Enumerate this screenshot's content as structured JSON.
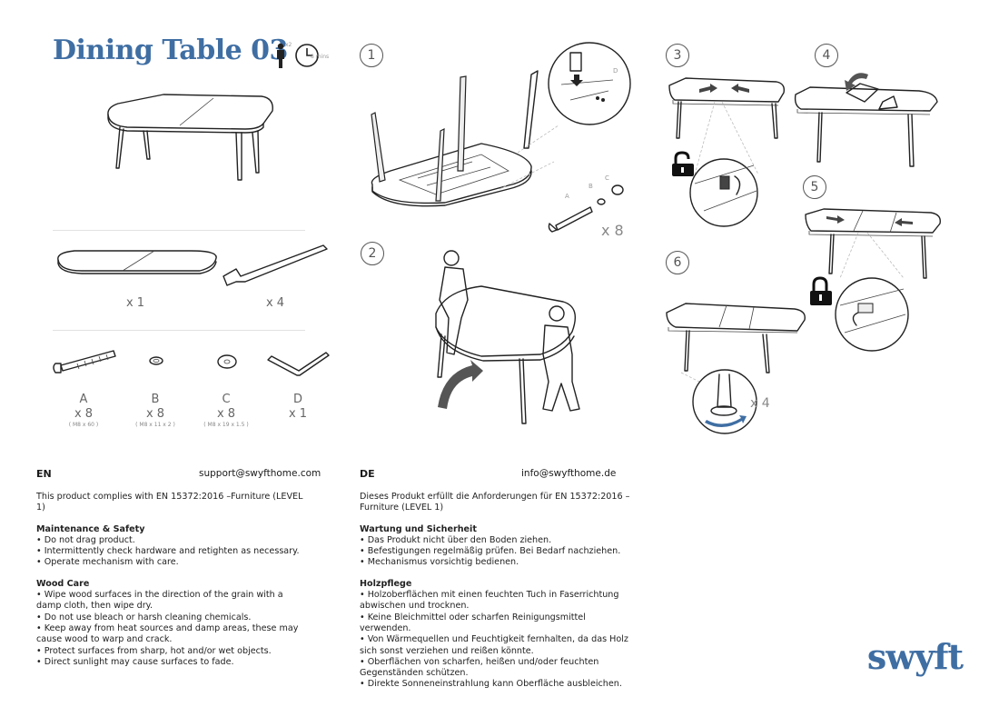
{
  "header": {
    "title": "Dining Table 03",
    "persons": "x2",
    "time": "8 mins"
  },
  "parts": {
    "top_qty": "x 1",
    "leg_qty": "x 4"
  },
  "hardware": [
    {
      "letter": "A",
      "qty": "x 8",
      "spec": "( M8 x 60 )"
    },
    {
      "letter": "B",
      "qty": "x 8",
      "spec": "( M8 x 11 x 2 )"
    },
    {
      "letter": "C",
      "qty": "x 8",
      "spec": "( M8 x 19 x 1.5 )"
    },
    {
      "letter": "D",
      "qty": "x 1",
      "spec": ""
    }
  ],
  "steps": {
    "s1": "1",
    "s2": "2",
    "s3": "3",
    "s4": "4",
    "s5": "5",
    "s6": "6",
    "s1_qty": "x 8",
    "s6_qty": "x 4",
    "labels": {
      "a": "A",
      "b": "B",
      "c": "C",
      "d": "D"
    }
  },
  "en": {
    "lang": "EN",
    "email": "support@swyfthome.com",
    "compliance": "This product complies with EN 15372:2016 –Furniture (LEVEL 1)",
    "maint_heading": "Maintenance & Safety",
    "maint": [
      "• Do not drag product.",
      "• Intermittently check hardware and retighten as necessary.",
      "• Operate mechanism with care."
    ],
    "wood_heading": "Wood Care",
    "wood": [
      "• Wipe wood surfaces in the direction of the grain with a damp cloth, then wipe dry.",
      "• Do not use bleach or harsh cleaning chemicals.",
      "• Keep away from heat sources and damp areas, these may cause wood to warp and crack.",
      "• Protect surfaces from sharp, hot and/or wet objects.",
      "• Direct sunlight may cause surfaces to fade."
    ]
  },
  "de": {
    "lang": "DE",
    "email": "info@swyfthome.de",
    "compliance": "Dieses Produkt erfüllt die Anforderungen für EN 15372:2016 –Furniture (LEVEL 1)",
    "maint_heading": "Wartung und Sicherheit",
    "maint": [
      "• Das Produkt nicht über den Boden ziehen.",
      "• Befestigungen regelmäßig prüfen. Bei Bedarf nachziehen.",
      "• Mechanismus vorsichtig bedienen."
    ],
    "wood_heading": "Holzpflege",
    "wood": [
      "• Holzoberflächen mit einen feuchten Tuch in Faserrichtung abwischen und trocknen.",
      "• Keine Bleichmittel oder scharfen Reinigungsmittel verwenden.",
      "• Von Wärmequellen und Feuchtigkeit fernhalten, da das Holz sich sonst verziehen und reißen könnte.",
      "• Oberflächen von scharfen, heißen und/oder feuchten Gegenständen schützen.",
      "• Direkte Sonneneinstrahlung kann Oberfläche ausbleichen."
    ]
  },
  "brand": {
    "logo": "swyft"
  },
  "colors": {
    "brand_blue": "#3f6ea3",
    "arrow_grey": "#555555"
  }
}
